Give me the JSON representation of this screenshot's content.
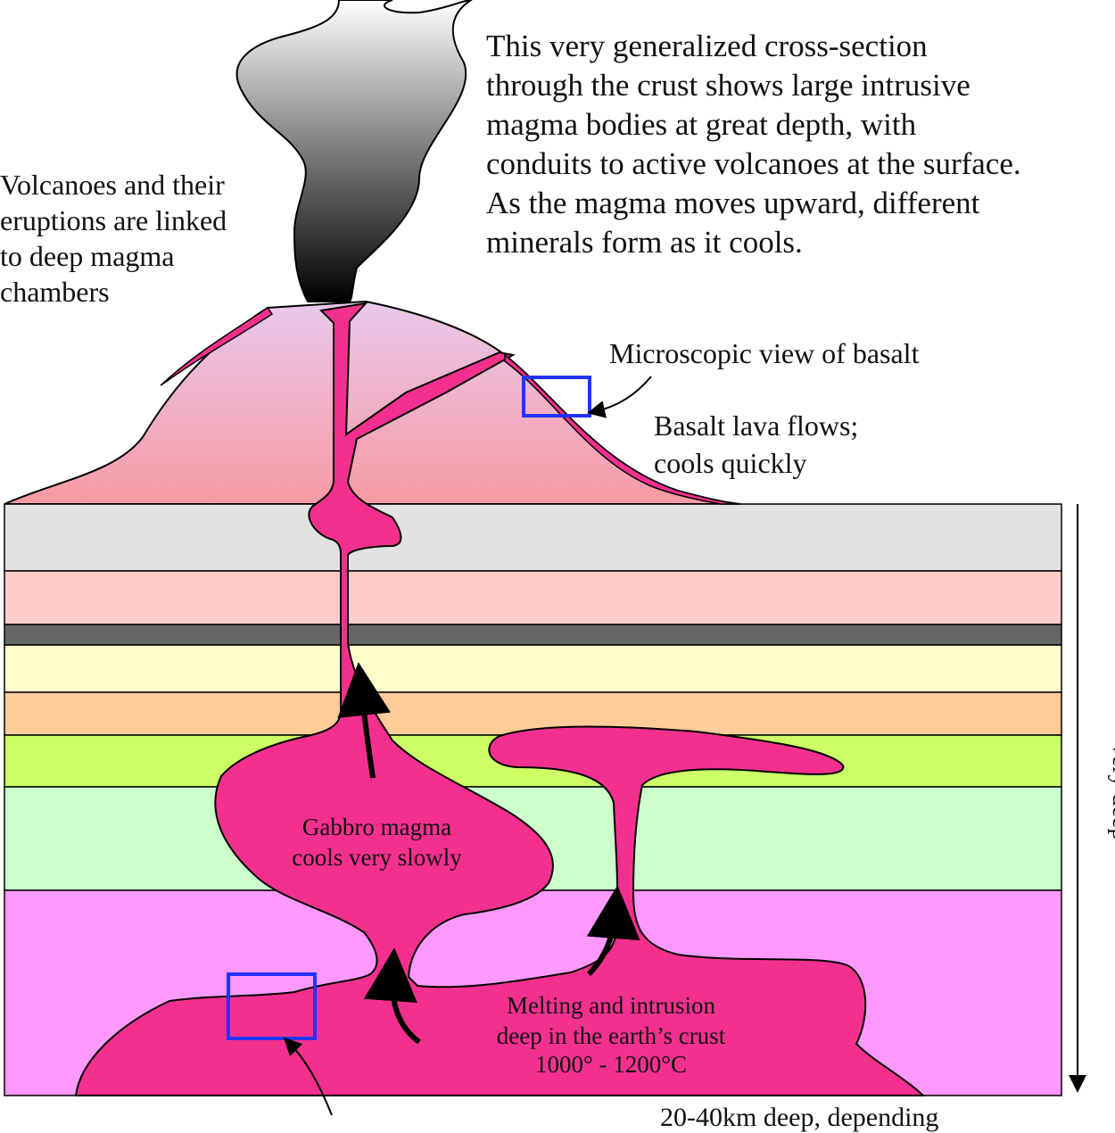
{
  "description": "This very generalized cross-section\nthrough the crust shows large intrusive\nmagma bodies at great depth, with\nconduits to active volcanoes at the surface.\nAs the magma moves upward, different\nminerals form as it cools.",
  "volcano_link": "Volcanoes and their\neruptions are linked\nto deep magma\nchambers",
  "microscopic_basalt": "Microscopic view of basalt",
  "basalt_flows": "Basalt lava flows;\ncools quickly",
  "gabbro_magma": "Gabbro magma\ncools very slowly",
  "melting_intrusion": "Melting and intrusion\ndeep in the earth’s crust",
  "temperature": "1000° - 1200°C",
  "depth_axis": "Very deep",
  "bottom_label": "20-40km deep, depending",
  "colors": {
    "magma": "#f4308f",
    "plume_dark": "#000000",
    "layer_gray": "#e2e2e2",
    "layer_pink": "#ffcccc",
    "layer_dark": "#666666",
    "layer_cream": "#ffffcc",
    "layer_tan": "#ffcc99",
    "layer_lime": "#ccff66",
    "layer_mint": "#ccffcc",
    "layer_violet": "#ff99ff",
    "highlight_box": "#2233ff"
  }
}
